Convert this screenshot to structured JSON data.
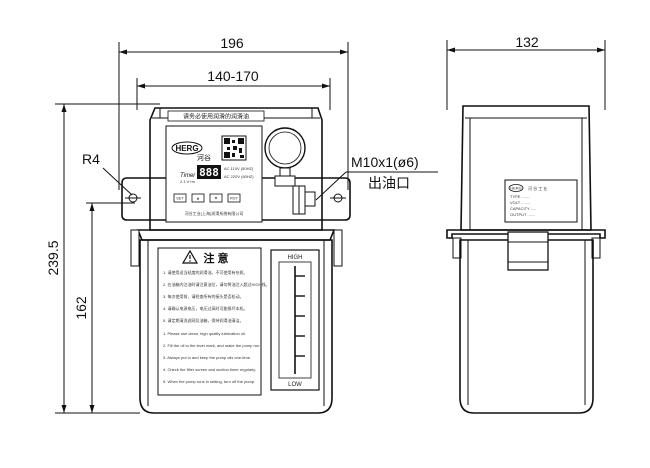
{
  "dimensions": {
    "front_width": "196",
    "mount_width": "140-170",
    "side_width": "132",
    "total_height": "239.5",
    "tank_height": "162"
  },
  "callouts": {
    "radius": "R4",
    "outlet_thread": "M10x1(ø6)",
    "outlet_label": "出油口"
  },
  "top_plate_text": "请务必使用润滑的润滑油",
  "brand": {
    "logo": "HERG",
    "cn": "河谷"
  },
  "controller": {
    "display": "888",
    "timer_label": "Timer",
    "timer_sub": "2.1 V+m",
    "spec1": "AC 110V (50HZ)",
    "spec2": "AC 220V (60HZ)",
    "buttons": [
      "SET",
      "▲",
      "▼",
      "RST"
    ],
    "maker": "河谷工业(上海)润滑系统有限公司"
  },
  "warning": {
    "title": "注 意",
    "lines": [
      "1. 请使用适当粘度的润滑油，不可使用有杂质。",
      "2. 在油箱内注油时请注意油位，请勿将油注入超过HIGH线。",
      "3. 每次使用前，请检查所有的接头是否松动。",
      "4. 请确认电源电压，电压过高时可能损坏本机。",
      "5. 请定期清洗滤网及油箱，保持润滑油清洁。",
      "1. Please use clean, high quality lubrication oil.",
      "2. Fill the oil to the level mark, and make the pump run.",
      "3. Always put in and keep the pump oils one-time.",
      "4. Check the filter screen and suction timer regularly.",
      "5. When the pump runs in setting, turn off the pump."
    ]
  },
  "level": {
    "high": "HIGH",
    "low": "LOW"
  },
  "side_label": {
    "brand": "HERG",
    "lines": [
      "河 谷 工 业",
      "TYPE ........",
      "VOLT ........",
      "CAPACITY .....",
      "OUTPUT ......."
    ]
  }
}
